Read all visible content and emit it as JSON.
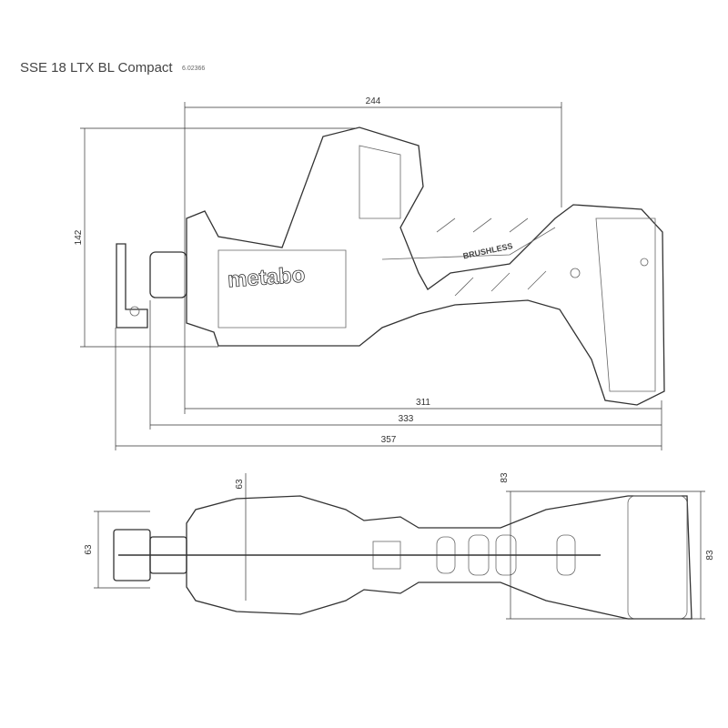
{
  "title": "SSE 18 LTX BL Compact",
  "article_number": "6.02366",
  "brand_logo": "metabo",
  "motor_label": "BRUSHLESS",
  "dimensions": {
    "top_length": "244",
    "height": "142",
    "length_311": "311",
    "length_333": "333",
    "length_357": "357",
    "blade_holder_width": "63",
    "body_width": "63",
    "battery_width_left": "83",
    "battery_width_right": "83"
  }
}
